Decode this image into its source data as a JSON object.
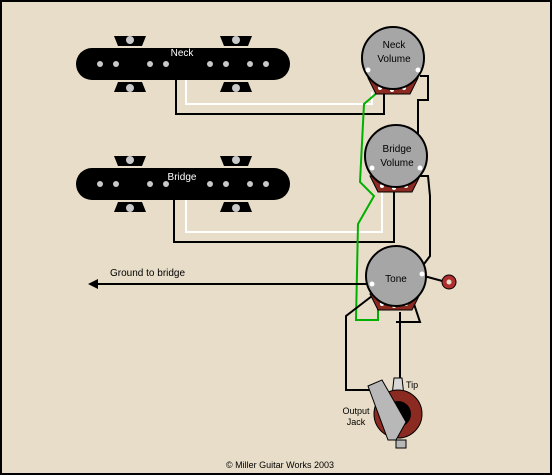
{
  "diagram": {
    "background": "#e8ddc8",
    "pickups": [
      {
        "label": "Neck"
      },
      {
        "label": "Bridge"
      }
    ],
    "pots": [
      {
        "line1": "Neck",
        "line2": "Volume"
      },
      {
        "line1": "Bridge",
        "line2": "Volume"
      },
      {
        "line1": "Tone",
        "line2": ""
      }
    ],
    "ground_label": "Ground to bridge",
    "jack": {
      "line1": "Output",
      "line2": "Jack",
      "tip_label": "Tip"
    },
    "copyright": "© Miller Guitar Works 2003",
    "colors": {
      "wire_black": "#000000",
      "wire_white": "#ffffff",
      "wire_green": "#00b000",
      "pot_body": "#a6a6a6",
      "lug_red": "#8b2a20",
      "pickup": "#000000",
      "pole": "#c8c8c8",
      "capacitor": "#b03030"
    }
  }
}
